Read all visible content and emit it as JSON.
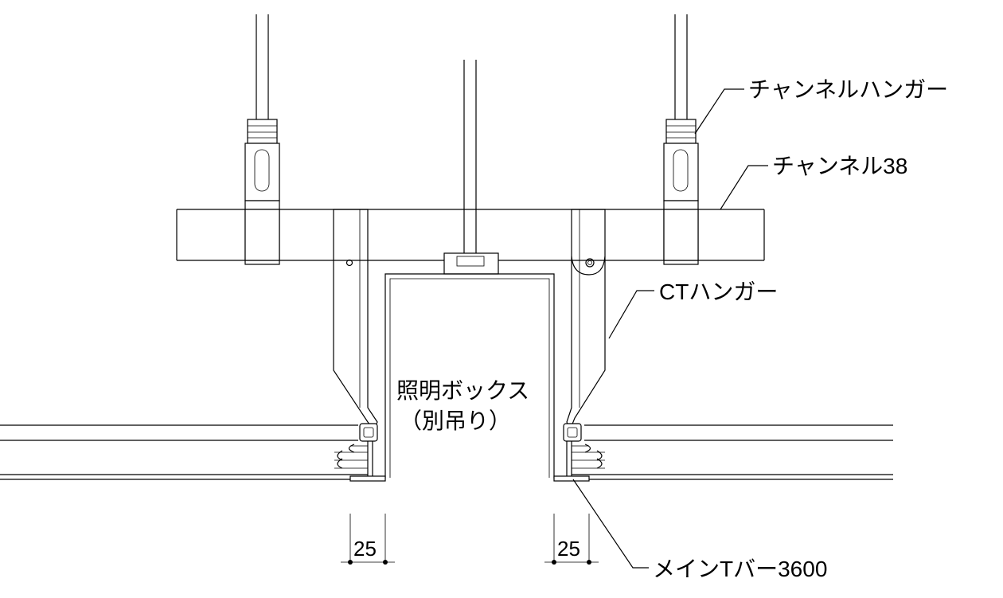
{
  "labels": {
    "channel_hanger": "チャンネルハンガー",
    "channel_38": "チャンネル38",
    "ct_hanger": "CTハンガー",
    "lighting_box": "照明ボックス",
    "separately_hung": "（別吊り）",
    "main_t_bar": "メインTバー3600"
  },
  "dimensions": {
    "left_gap": "25",
    "right_gap": "25"
  }
}
